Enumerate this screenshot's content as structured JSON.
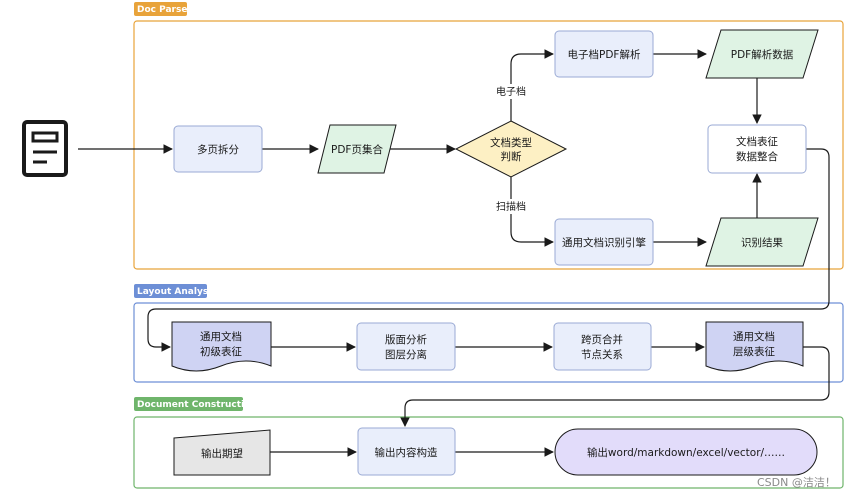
{
  "sections": {
    "doc_parser": {
      "label": "Doc Parser",
      "color": "#e8a33a"
    },
    "layout_analysis": {
      "label": "Layout Analysis",
      "color": "#6d8fd6"
    },
    "document_construction": {
      "label": "Document Construction",
      "color": "#6fb56b"
    }
  },
  "nodes": {
    "split_pages": "多页拆分",
    "pdf_page_set": "PDF页集合",
    "doc_type_line1": "文档类型",
    "doc_type_line2": "判断",
    "electronic_pdf_parse": "电子档PDF解析",
    "pdf_parse_data": "PDF解析数据",
    "doc_repr_line1": "文档表征",
    "doc_repr_line2": "数据整合",
    "ocr_engine": "通用文档识别引擎",
    "ocr_result": "识别结果",
    "initial_repr_line1": "通用文档",
    "initial_repr_line2": "初级表征",
    "layout_line1": "版面分析",
    "layout_line2": "图层分离",
    "merge_line1": "跨页合并",
    "merge_line2": "节点关系",
    "layered_repr_line1": "通用文档",
    "layered_repr_line2": "层级表征",
    "output_expectation": "输出期望",
    "output_construct": "输出内容构造",
    "output_formats": "输出word/markdown/excel/vector/……"
  },
  "edges": {
    "electronic": "电子档",
    "scanned": "扫描档"
  },
  "colors": {
    "node_blue_fill": "#e9eefb",
    "node_blue_stroke": "#9aaad4",
    "parallelogram_fill": "#dff3e4",
    "diamond_fill": "#fdf0c4",
    "doc_fill": "#cfd3f3",
    "pill_fill": "#e2dcfa",
    "gray_fill": "#e6e6e6",
    "stroke": "#1a1a1a"
  },
  "icons": {
    "document": "document-icon"
  },
  "watermark": "CSDN @洁洁！"
}
